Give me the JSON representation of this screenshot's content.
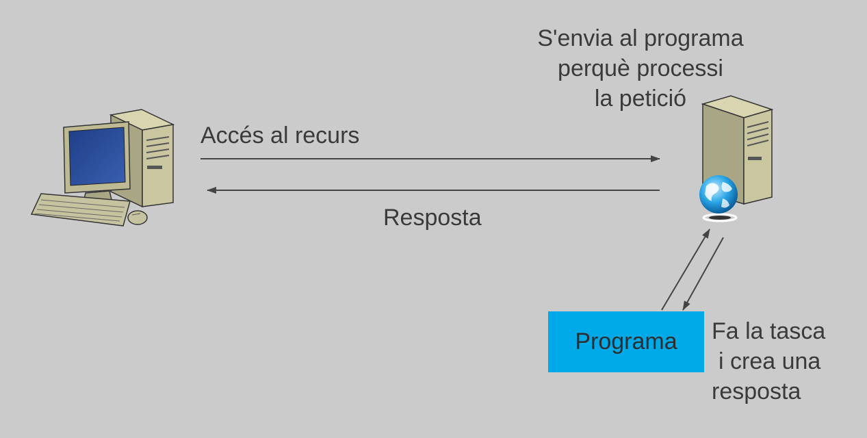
{
  "labels": {
    "access": "Accés al recurs",
    "response": "Resposta",
    "server_note_lines": [
      "S'envia al programa",
      "perquè processi",
      "la petició"
    ],
    "program": "Programa",
    "task_note_lines": [
      "Fa la tasca",
      "i crea una",
      "resposta"
    ]
  },
  "colors": {
    "background": "#cbcbcb",
    "program_box": "#00a9e8",
    "arrow": "#444444",
    "text": "#3a3a3a"
  },
  "icons": [
    "client-computer-icon",
    "web-server-icon",
    "globe-icon"
  ]
}
